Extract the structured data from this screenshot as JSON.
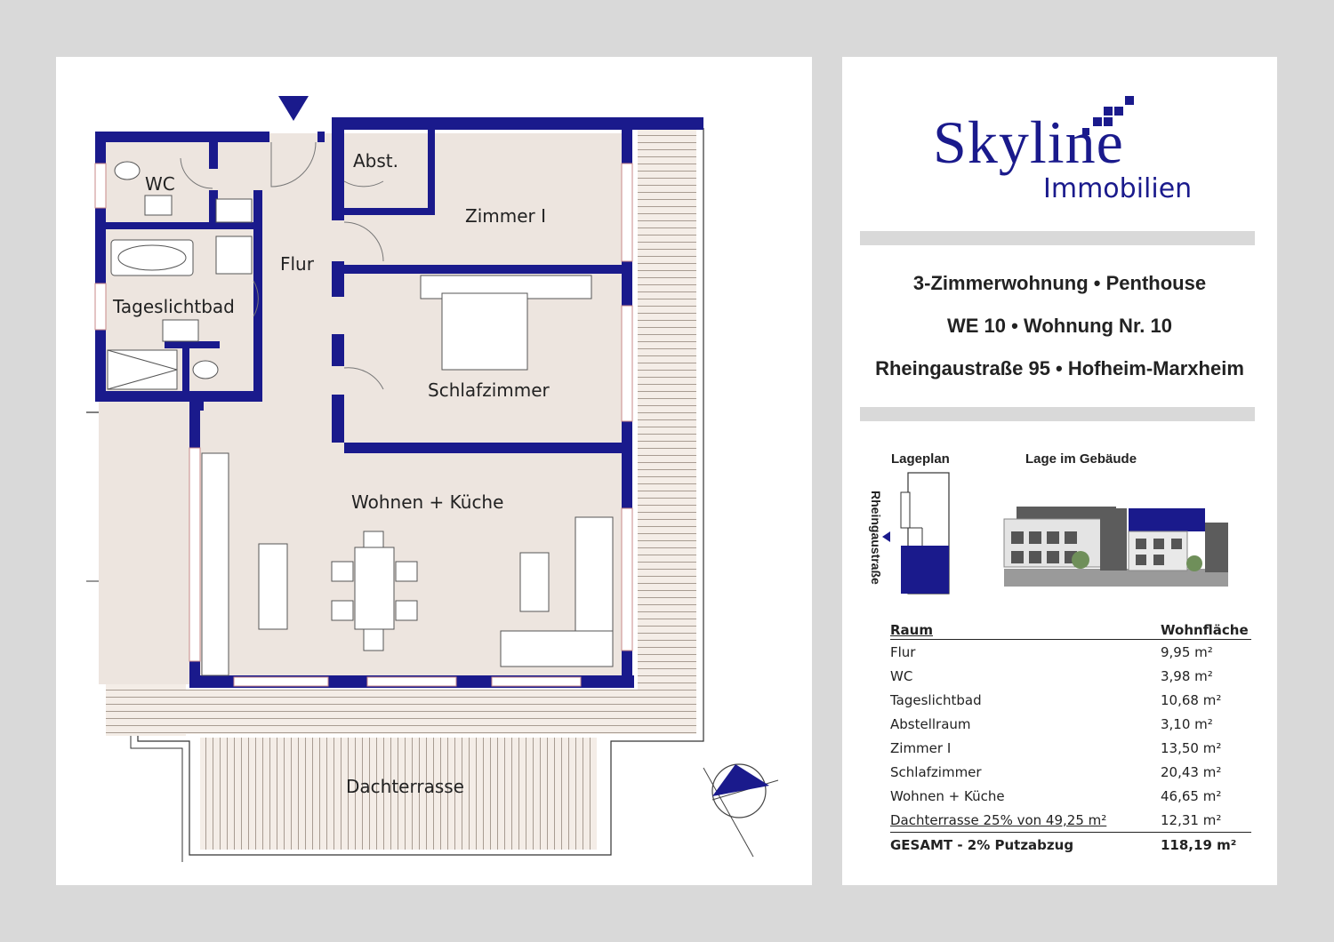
{
  "floorplan": {
    "rooms": {
      "wc": "WC",
      "flur": "Flur",
      "abst": "Abst.",
      "zimmer": "Zimmer I",
      "bad": "Tageslichtbad",
      "schlaf": "Schlafzimmer",
      "wohnen": "Wohnen + Küche",
      "terrasse": "Dachterrasse"
    }
  },
  "brand": {
    "name": "Skyline",
    "sub": "Immobilien",
    "color": "#1a1a8c"
  },
  "header": {
    "line1": "3-Zimmerwohnung • Penthouse",
    "line2": "WE 10 • Wohnung Nr. 10",
    "line3": "Rheingaustraße 95 • Hofheim-Marxheim"
  },
  "location": {
    "lageplan": "Lageplan",
    "lage_gebaeude": "Lage im Gebäude",
    "street": "Rheingaustraße"
  },
  "area_table": {
    "col_room": "Raum",
    "col_area": "Wohnfläche",
    "rows": [
      {
        "room": "Flur",
        "area": "9,95 m²"
      },
      {
        "room": "WC",
        "area": "3,98 m²"
      },
      {
        "room": "Tageslichtbad",
        "area": "10,68 m²"
      },
      {
        "room": "Abstellraum",
        "area": "3,10 m²"
      },
      {
        "room": "Zimmer I",
        "area": "13,50 m²"
      },
      {
        "room": "Schlafzimmer",
        "area": "20,43 m²"
      },
      {
        "room": "Wohnen + Küche",
        "area": "46,65 m²"
      }
    ],
    "terrace_row": {
      "room": "Dachterrasse 25% von 49,25 m²",
      "area": "12,31 m²"
    },
    "total_row": {
      "room": "GESAMT - 2% Putzabzug",
      "area": "118,19 m²"
    }
  }
}
